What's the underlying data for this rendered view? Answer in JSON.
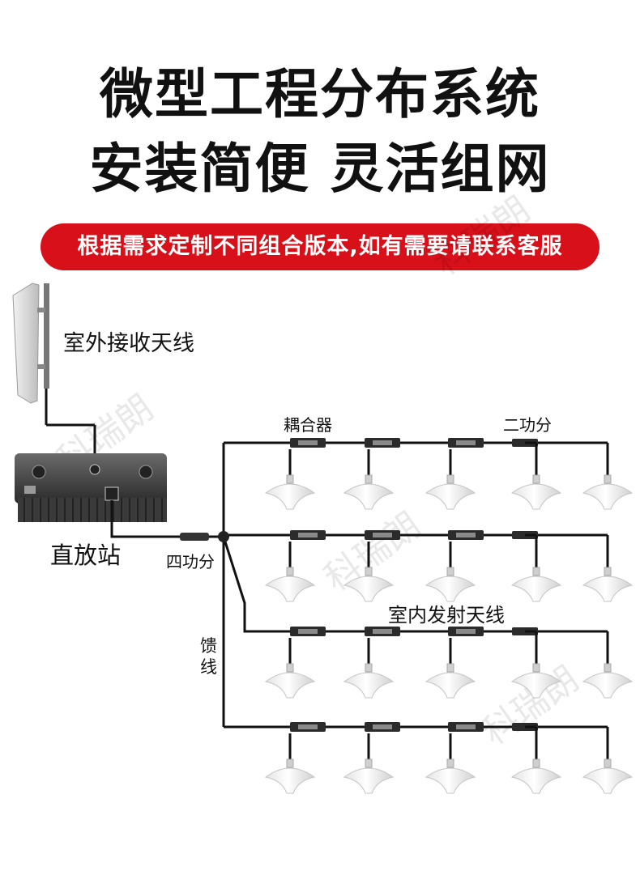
{
  "title_line1": "微型工程分布系统",
  "title_line2": "安装简便 灵活组网",
  "banner_text": "根据需求定制不同组合版本,如有需要请联系客服",
  "labels": {
    "outdoor_antenna": "室外接收天线",
    "repeater": "直放站",
    "coupler": "耦合器",
    "two_way_splitter": "二功分",
    "four_way_splitter": "四功分",
    "indoor_antenna": "室内发射天线",
    "feeder_char1": "馈",
    "feeder_char2": "线"
  },
  "watermark_text": "科瑞朗",
  "colors": {
    "banner": "#d8101a",
    "title": "#111111",
    "cable": "#111111"
  }
}
